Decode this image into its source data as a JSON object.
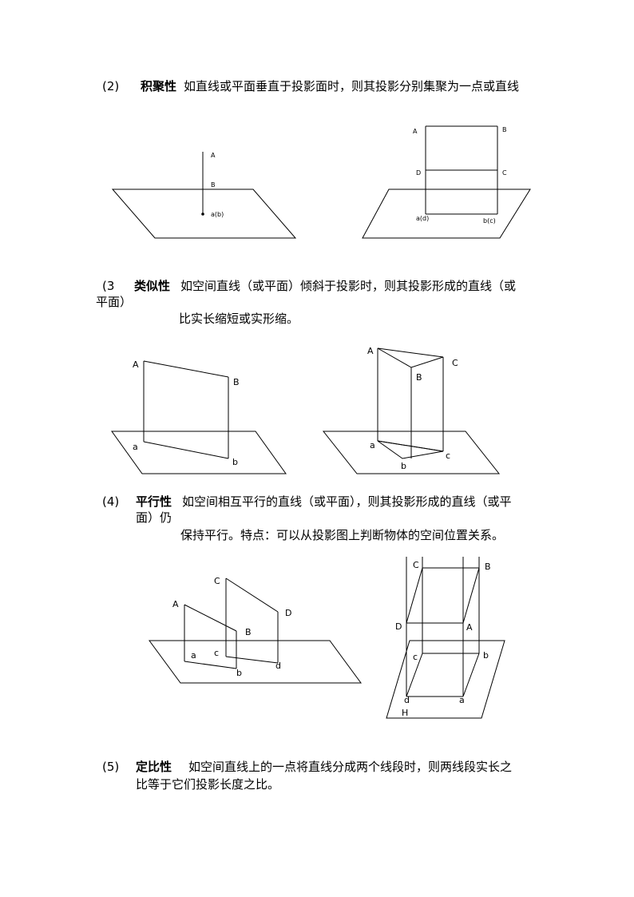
{
  "sections": [
    {
      "num": "(2)",
      "term": "积聚性",
      "desc": "如直线或平面垂直于投影面时，则其投影分别集聚为一点或直线"
    },
    {
      "num": "(3",
      "term": "类似性",
      "desc": "如空间直线（或平面）倾斜于投影时，则其投影形成的直线（或",
      "desc_wrap": "平面）",
      "desc_cont": "比实长缩短或实形缩。"
    },
    {
      "num": "(4)",
      "term": "平行性",
      "desc": "如空间相互平行的直线（或平面），则其投影形成的直线（或平",
      "desc_wrap": "面）仍",
      "desc_cont": "保持平行。特点：可以从投影图上判断物体的空间位置关系。"
    },
    {
      "num": "(5)",
      "term": "定比性",
      "desc": "如空间直线上的一点将直线分成两个线段时，则两线段实长之",
      "desc_wrap": "比等于它们投影长度之比。"
    }
  ],
  "figures": {
    "fig1": {
      "A": "A",
      "B": "B",
      "proj": "a(b)"
    },
    "fig2": {
      "A": "A",
      "B": "B",
      "C": "C",
      "D": "D",
      "proj_left": "a(d)",
      "proj_right": "b(c)"
    },
    "fig3": {
      "A": "A",
      "B": "B",
      "a": "a",
      "b": "b"
    },
    "fig4": {
      "A": "A",
      "B": "B",
      "C": "C",
      "a": "a",
      "b": "b",
      "c": "c"
    },
    "fig5": {
      "A": "A",
      "B": "B",
      "C": "C",
      "D": "D",
      "a": "a",
      "b": "b",
      "c": "c",
      "d": "d"
    },
    "fig6": {
      "A": "A",
      "B": "B",
      "C": "C",
      "D": "D",
      "a": "a",
      "b": "b",
      "c": "c",
      "d": "d",
      "H": "H"
    }
  }
}
